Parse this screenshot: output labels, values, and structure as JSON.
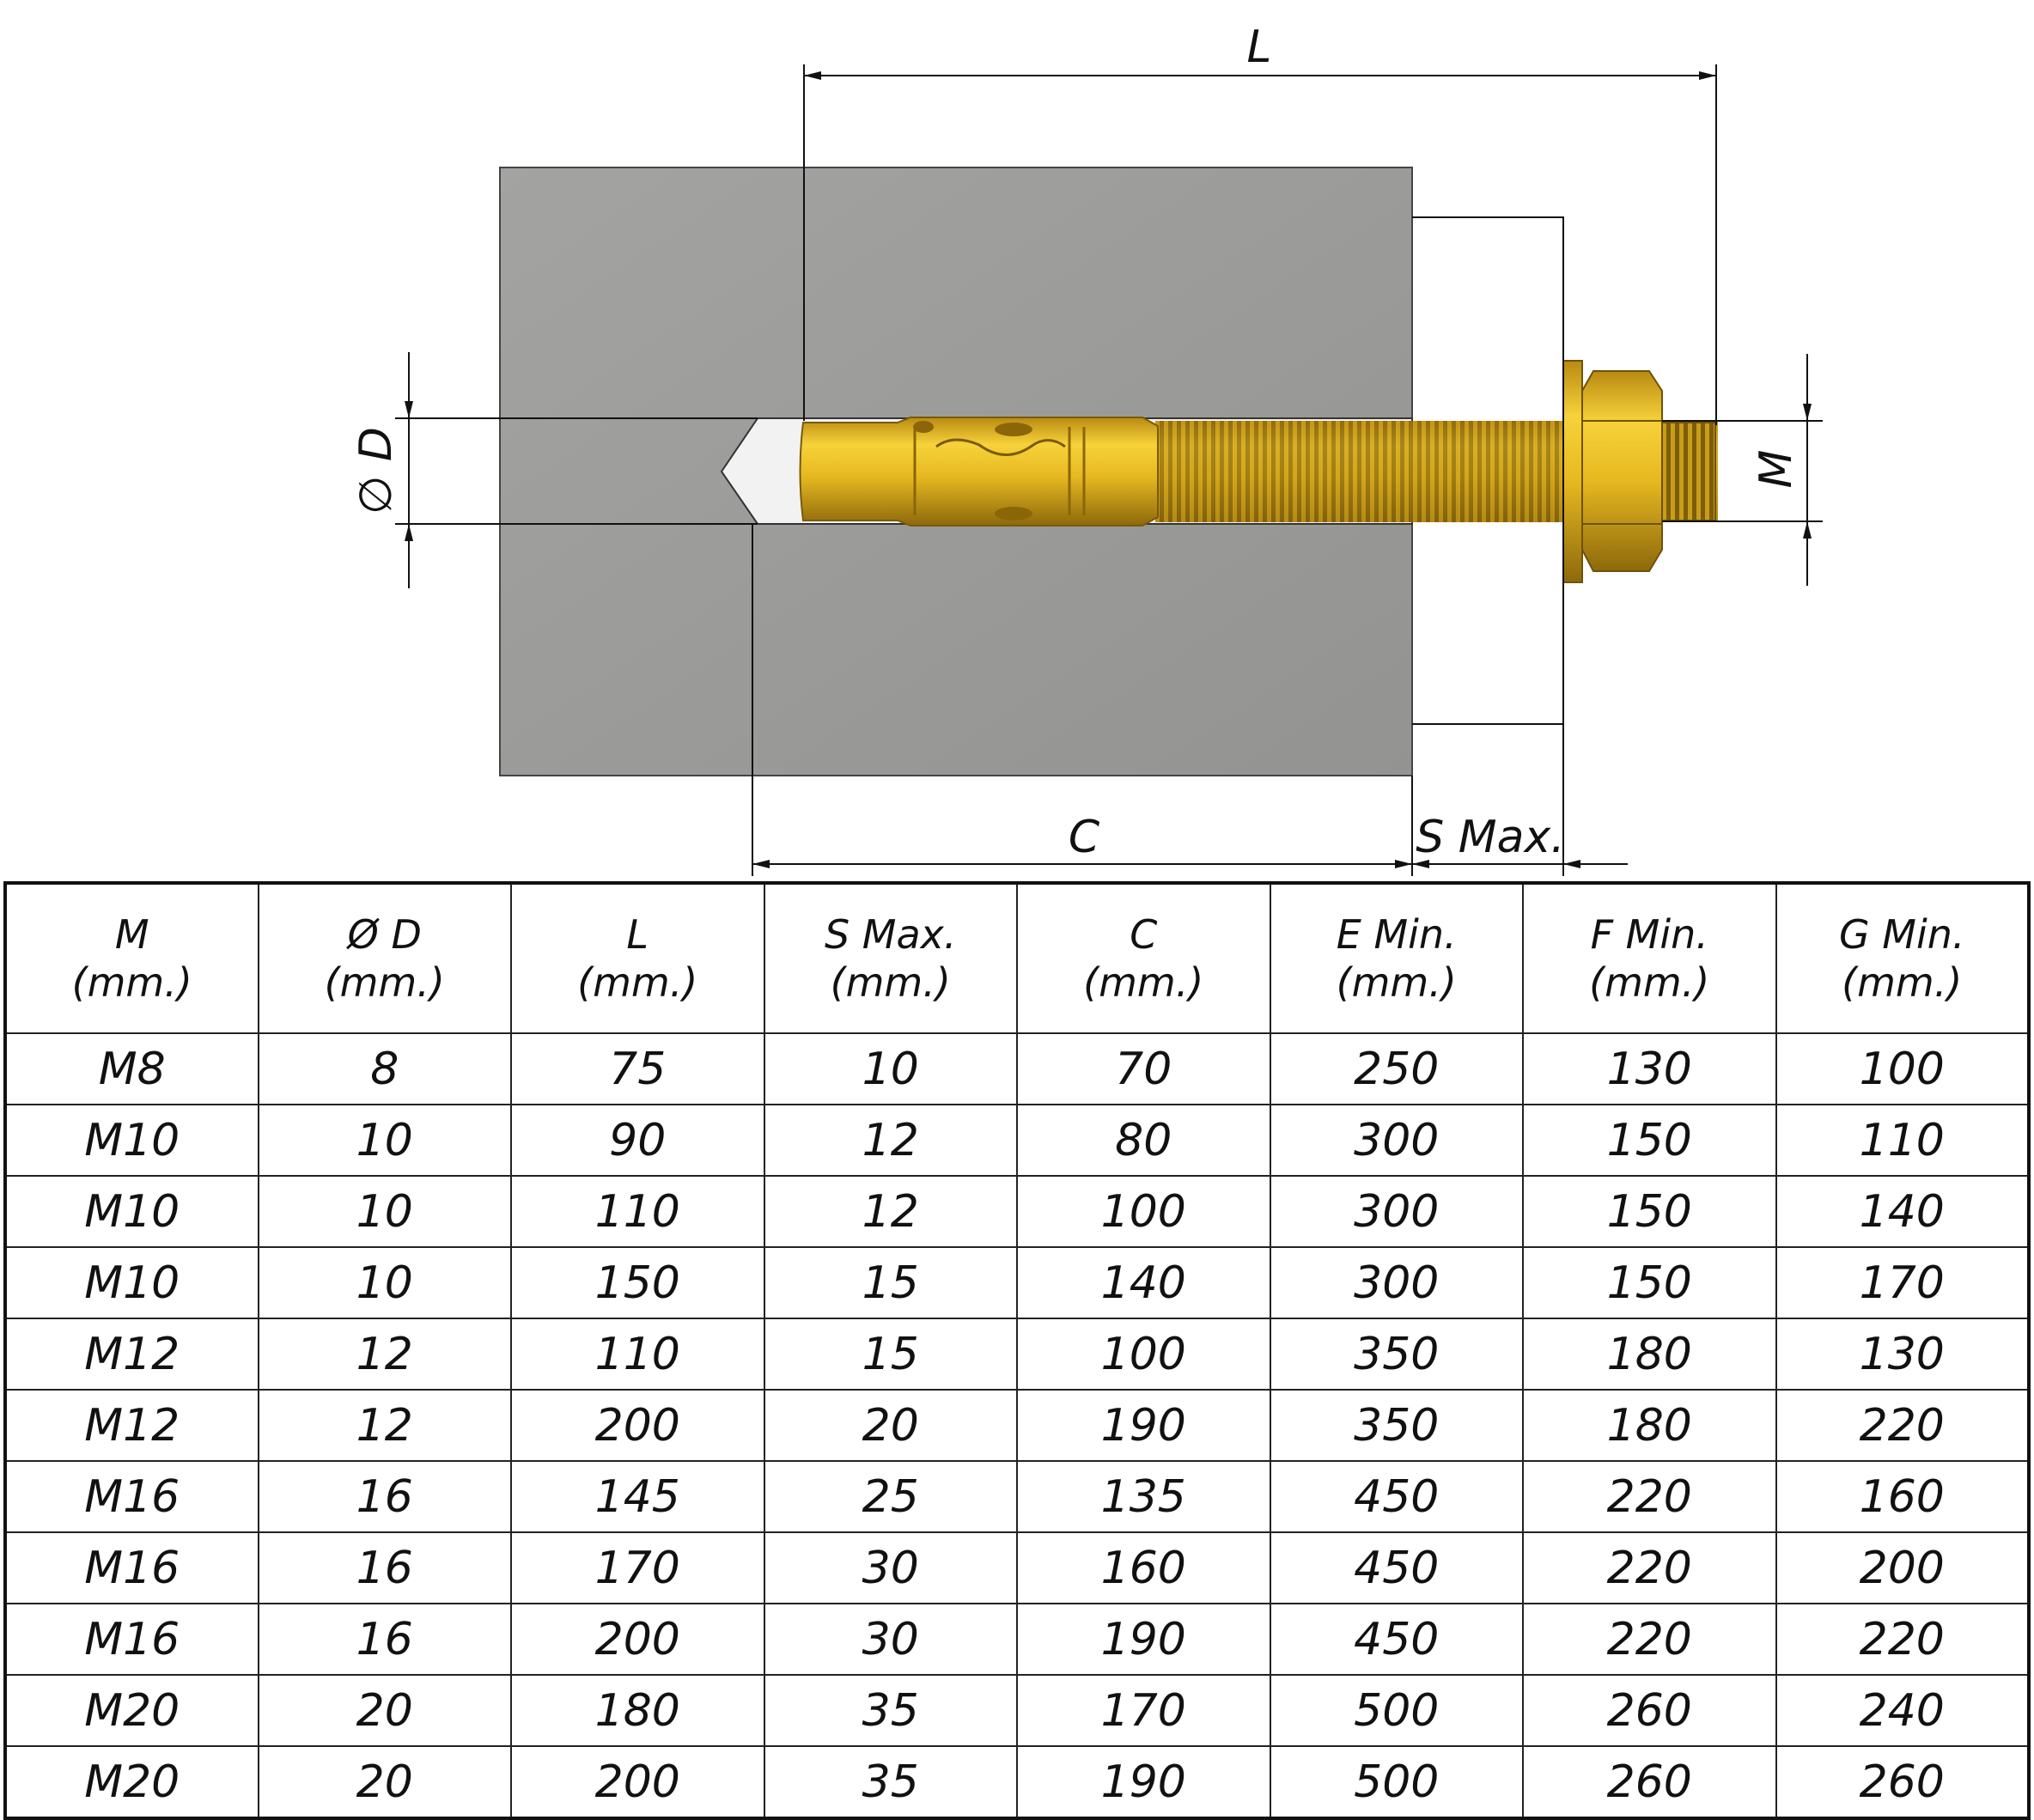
{
  "diagram": {
    "labels": {
      "L": "L",
      "D": "D",
      "M": "M",
      "C": "C",
      "S": "S Max."
    },
    "colors": {
      "concrete": "#9a9a98",
      "anchor_brass": "#e0b21e",
      "anchor_dark": "#9a7410",
      "line": "#111111"
    }
  },
  "table": {
    "headers": [
      {
        "name": "M",
        "unit": "(mm.)"
      },
      {
        "name": "Ø D",
        "unit": "(mm.)"
      },
      {
        "name": "L",
        "unit": "(mm.)"
      },
      {
        "name": "S Max.",
        "unit": "(mm.)"
      },
      {
        "name": "C",
        "unit": "(mm.)"
      },
      {
        "name": "E Min.",
        "unit": "(mm.)"
      },
      {
        "name": "F Min.",
        "unit": "(mm.)"
      },
      {
        "name": "G Min.",
        "unit": "(mm.)"
      }
    ],
    "rows": [
      [
        "M8",
        "8",
        "75",
        "10",
        "70",
        "250",
        "130",
        "100"
      ],
      [
        "M10",
        "10",
        "90",
        "12",
        "80",
        "300",
        "150",
        "110"
      ],
      [
        "M10",
        "10",
        "110",
        "12",
        "100",
        "300",
        "150",
        "140"
      ],
      [
        "M10",
        "10",
        "150",
        "15",
        "140",
        "300",
        "150",
        "170"
      ],
      [
        "M12",
        "12",
        "110",
        "15",
        "100",
        "350",
        "180",
        "130"
      ],
      [
        "M12",
        "12",
        "200",
        "20",
        "190",
        "350",
        "180",
        "220"
      ],
      [
        "M16",
        "16",
        "145",
        "25",
        "135",
        "450",
        "220",
        "160"
      ],
      [
        "M16",
        "16",
        "170",
        "30",
        "160",
        "450",
        "220",
        "200"
      ],
      [
        "M16",
        "16",
        "200",
        "30",
        "190",
        "450",
        "220",
        "220"
      ],
      [
        "M20",
        "20",
        "180",
        "35",
        "170",
        "500",
        "260",
        "240"
      ],
      [
        "M20",
        "20",
        "200",
        "35",
        "190",
        "500",
        "260",
        "260"
      ]
    ]
  }
}
